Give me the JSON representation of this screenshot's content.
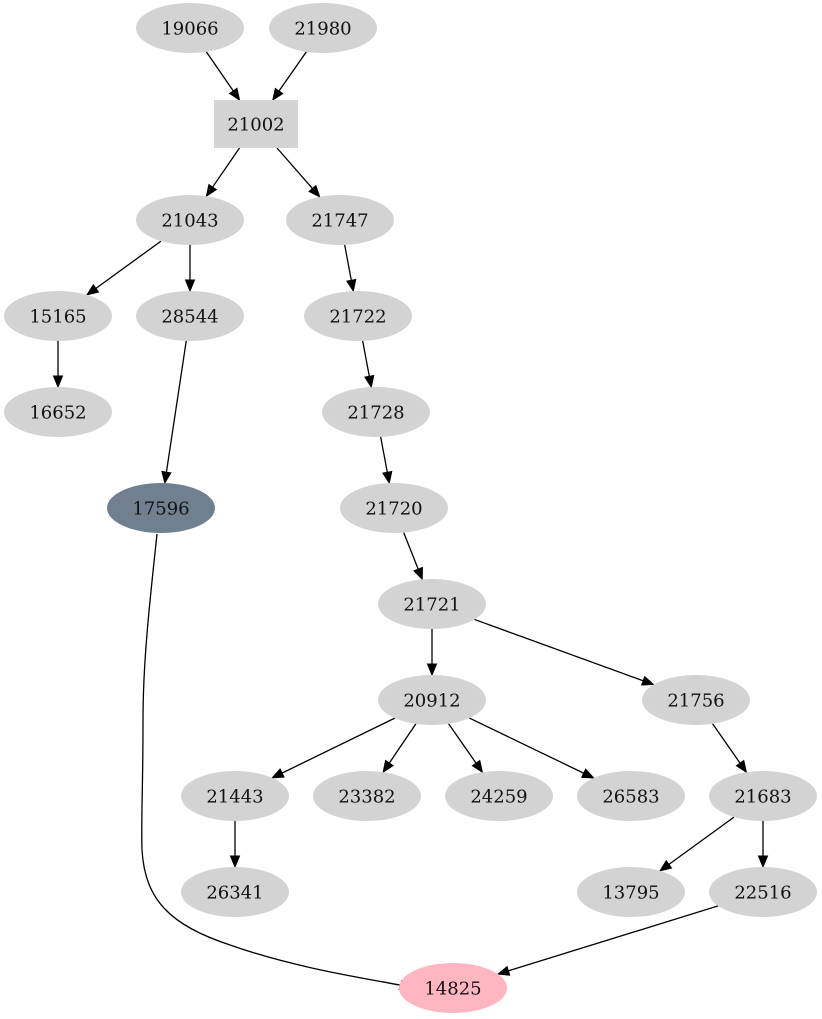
{
  "graph": {
    "nodes": [
      {
        "id": "19066",
        "label": "19066",
        "shape": "ellipse",
        "fill": "#d3d3d3"
      },
      {
        "id": "21980",
        "label": "21980",
        "shape": "ellipse",
        "fill": "#d3d3d3"
      },
      {
        "id": "21002",
        "label": "21002",
        "shape": "box",
        "fill": "#d3d3d3"
      },
      {
        "id": "21043",
        "label": "21043",
        "shape": "ellipse",
        "fill": "#d3d3d3"
      },
      {
        "id": "21747",
        "label": "21747",
        "shape": "ellipse",
        "fill": "#d3d3d3"
      },
      {
        "id": "15165",
        "label": "15165",
        "shape": "ellipse",
        "fill": "#d3d3d3"
      },
      {
        "id": "28544",
        "label": "28544",
        "shape": "ellipse",
        "fill": "#d3d3d3"
      },
      {
        "id": "21722",
        "label": "21722",
        "shape": "ellipse",
        "fill": "#d3d3d3"
      },
      {
        "id": "16652",
        "label": "16652",
        "shape": "ellipse",
        "fill": "#d3d3d3"
      },
      {
        "id": "21728",
        "label": "21728",
        "shape": "ellipse",
        "fill": "#d3d3d3"
      },
      {
        "id": "17596",
        "label": "17596",
        "shape": "ellipse",
        "fill": "#708090"
      },
      {
        "id": "21720",
        "label": "21720",
        "shape": "ellipse",
        "fill": "#d3d3d3"
      },
      {
        "id": "21721",
        "label": "21721",
        "shape": "ellipse",
        "fill": "#d3d3d3"
      },
      {
        "id": "20912",
        "label": "20912",
        "shape": "ellipse",
        "fill": "#d3d3d3"
      },
      {
        "id": "21756",
        "label": "21756",
        "shape": "ellipse",
        "fill": "#d3d3d3"
      },
      {
        "id": "21443",
        "label": "21443",
        "shape": "ellipse",
        "fill": "#d3d3d3"
      },
      {
        "id": "23382",
        "label": "23382",
        "shape": "ellipse",
        "fill": "#d3d3d3"
      },
      {
        "id": "24259",
        "label": "24259",
        "shape": "ellipse",
        "fill": "#d3d3d3"
      },
      {
        "id": "26583",
        "label": "26583",
        "shape": "ellipse",
        "fill": "#d3d3d3"
      },
      {
        "id": "21683",
        "label": "21683",
        "shape": "ellipse",
        "fill": "#d3d3d3"
      },
      {
        "id": "26341",
        "label": "26341",
        "shape": "ellipse",
        "fill": "#d3d3d3"
      },
      {
        "id": "13795",
        "label": "13795",
        "shape": "ellipse",
        "fill": "#d3d3d3"
      },
      {
        "id": "22516",
        "label": "22516",
        "shape": "ellipse",
        "fill": "#d3d3d3"
      },
      {
        "id": "14825",
        "label": "14825",
        "shape": "ellipse",
        "fill": "#ffb6c1"
      }
    ],
    "edges": [
      {
        "from": "19066",
        "to": "21002"
      },
      {
        "from": "21980",
        "to": "21002"
      },
      {
        "from": "21002",
        "to": "21043"
      },
      {
        "from": "21002",
        "to": "21747"
      },
      {
        "from": "21043",
        "to": "15165"
      },
      {
        "from": "21043",
        "to": "28544"
      },
      {
        "from": "21747",
        "to": "21722"
      },
      {
        "from": "15165",
        "to": "16652"
      },
      {
        "from": "28544",
        "to": "17596"
      },
      {
        "from": "21722",
        "to": "21728"
      },
      {
        "from": "21728",
        "to": "21720"
      },
      {
        "from": "21720",
        "to": "21721"
      },
      {
        "from": "21721",
        "to": "20912"
      },
      {
        "from": "21721",
        "to": "21756"
      },
      {
        "from": "20912",
        "to": "21443"
      },
      {
        "from": "20912",
        "to": "23382"
      },
      {
        "from": "20912",
        "to": "24259"
      },
      {
        "from": "20912",
        "to": "26583"
      },
      {
        "from": "21756",
        "to": "21683"
      },
      {
        "from": "21443",
        "to": "26341"
      },
      {
        "from": "21683",
        "to": "13795"
      },
      {
        "from": "21683",
        "to": "22516"
      },
      {
        "from": "17596",
        "to": "14825"
      },
      {
        "from": "22516",
        "to": "14825"
      }
    ]
  }
}
